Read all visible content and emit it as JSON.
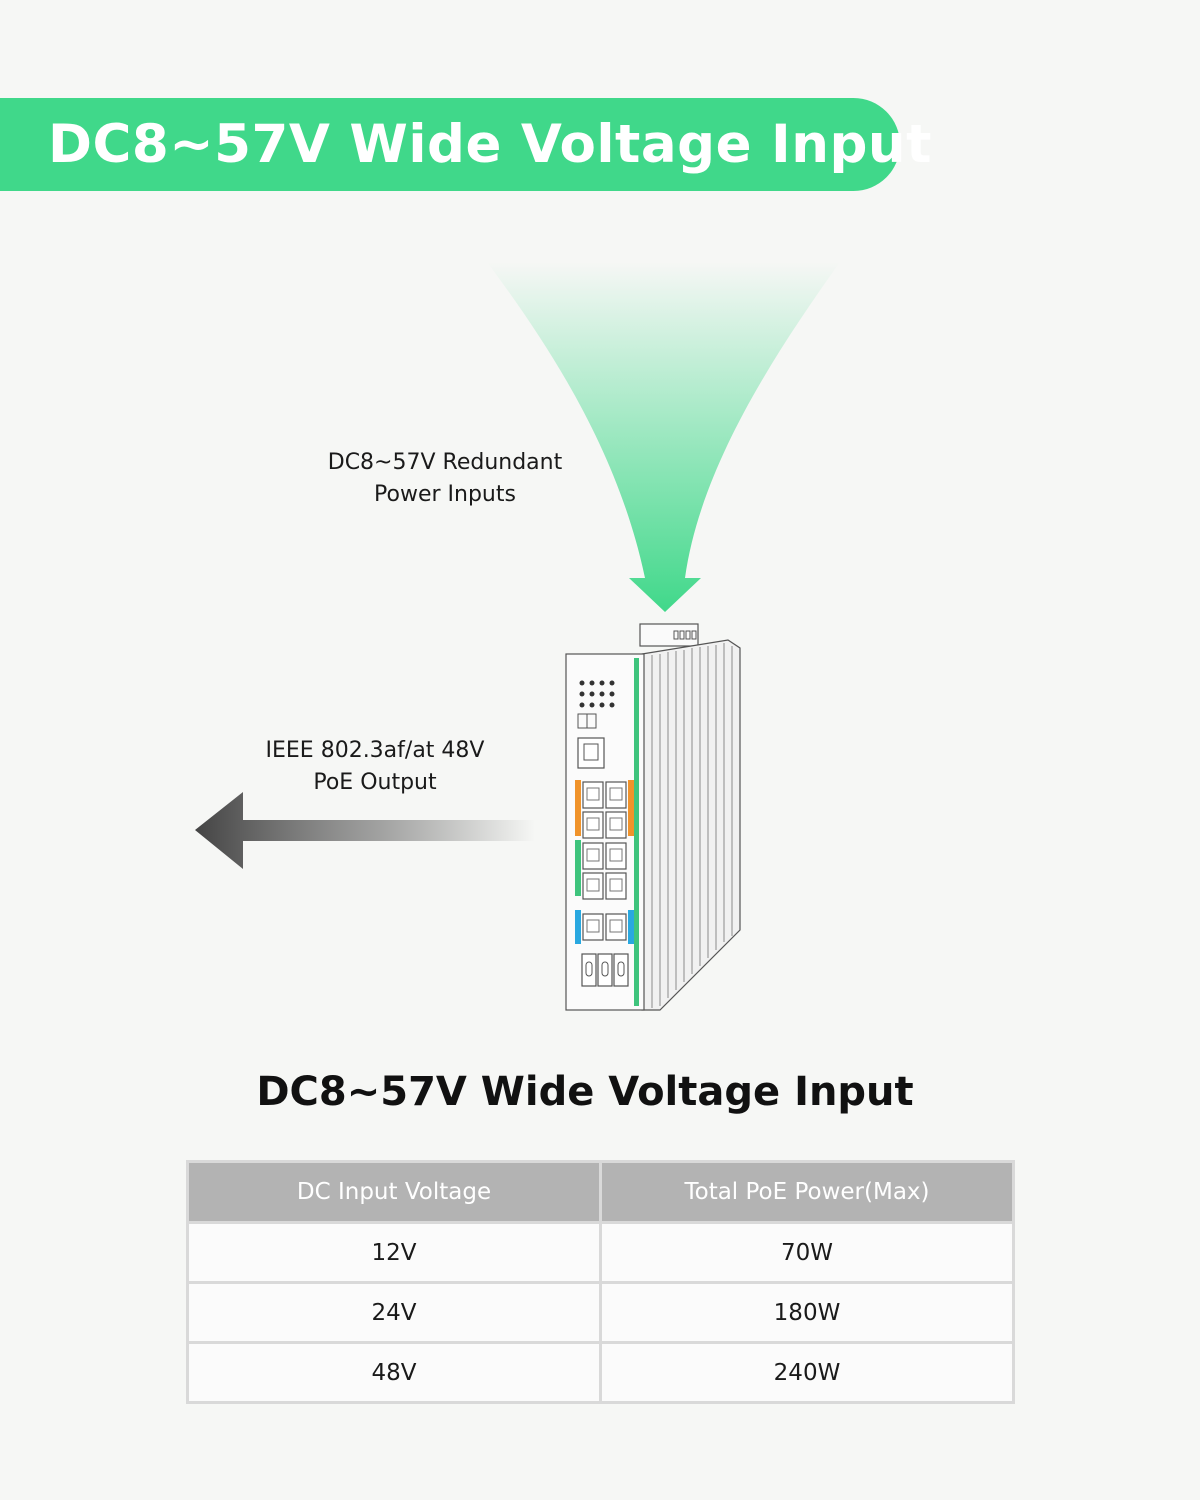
{
  "banner": {
    "title": "DC8~57V Wide Voltage Input"
  },
  "callouts": {
    "power_input": {
      "line1": "DC8~57V Redundant",
      "line2": "Power Inputs"
    },
    "poe_output": {
      "line1": "IEEE 802.3af/at 48V",
      "line2": "PoE Output"
    }
  },
  "section_title": "DC8~57V Wide Voltage Input",
  "table": {
    "headers": [
      "DC Input Voltage",
      "Total PoE Power(Max)"
    ],
    "rows": [
      [
        "12V",
        "70W"
      ],
      [
        "24V",
        "180W"
      ],
      [
        "48V",
        "240W"
      ]
    ]
  },
  "colors": {
    "accent_green": "#40d88a",
    "header_gray": "#b3b3b3",
    "port_orange": "#f0932b",
    "port_green": "#3fc47d",
    "port_blue": "#29a8e0"
  },
  "icons": [
    "power-input-arrow-icon",
    "poe-output-arrow-icon",
    "poe-switch-device"
  ]
}
